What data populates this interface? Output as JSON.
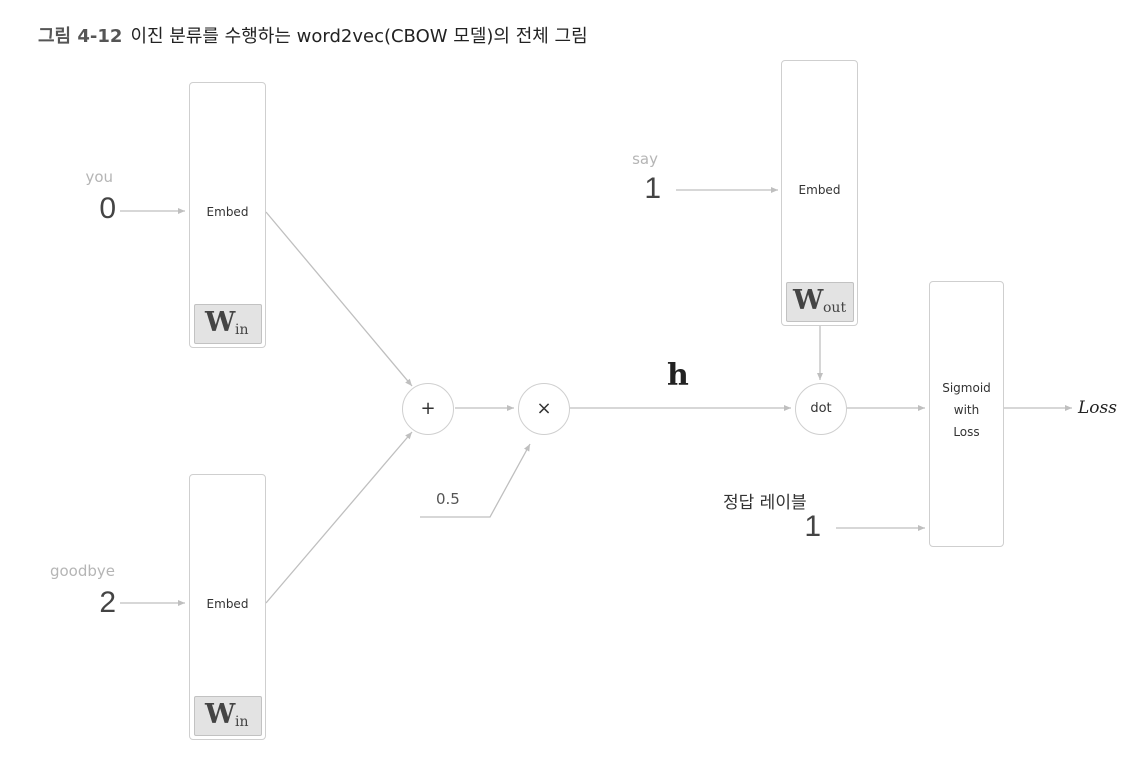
{
  "caption": {
    "figure_number": "그림 4-12",
    "title": "이진 분류를 수행하는 word2vec(CBOW 모델)의 전체 그림"
  },
  "inputs": {
    "top": {
      "word": "you",
      "index": "0"
    },
    "bottom": {
      "word": "goodbye",
      "index": "2"
    },
    "target": {
      "word": "say",
      "index": "1"
    }
  },
  "layers": {
    "embed_label": "Embed",
    "w_in": {
      "main": "W",
      "sub": "in"
    },
    "w_out": {
      "main": "W",
      "sub": "out"
    },
    "sigmoid": {
      "line1": "Sigmoid",
      "line2": "with",
      "line3": "Loss"
    }
  },
  "ops": {
    "add": "+",
    "mul": "×",
    "dot": "dot"
  },
  "constants": {
    "scale": "0.5"
  },
  "hidden_label": "h",
  "label_input": {
    "title": "정답 레이블",
    "value": "1"
  },
  "output": "Loss",
  "colors": {
    "wire": "#bfbfbf",
    "box_border": "#cfcfcf",
    "chip_bg": "#e3e3e3"
  }
}
